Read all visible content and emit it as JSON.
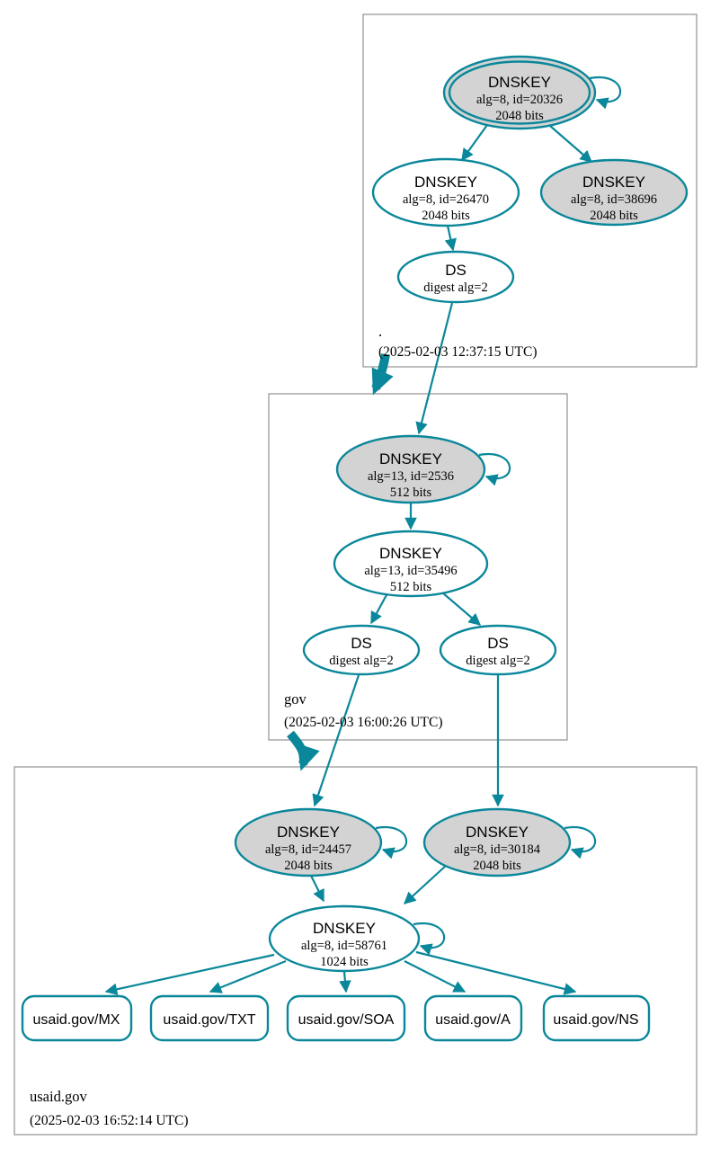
{
  "colors": {
    "secure_teal": "#0a879a",
    "ksk_fill": "#d3d3d3",
    "node_fill": "#ffffff",
    "zone_border": "#919191",
    "text": "#000000"
  },
  "zones": [
    {
      "label": ".",
      "timestamp": "(2025-02-03 12:37:15 UTC)",
      "nodes": {
        "ksk": {
          "title": "DNSKEY",
          "detail": "alg=8, id=20326",
          "bits": "2048 bits"
        },
        "zsk": {
          "title": "DNSKEY",
          "detail": "alg=8, id=26470",
          "bits": "2048 bits"
        },
        "standby": {
          "title": "DNSKEY",
          "detail": "alg=8, id=38696",
          "bits": "2048 bits"
        },
        "ds": {
          "title": "DS",
          "detail": "digest alg=2"
        }
      }
    },
    {
      "label": "gov",
      "timestamp": "(2025-02-03 16:00:26 UTC)",
      "nodes": {
        "ksk": {
          "title": "DNSKEY",
          "detail": "alg=13, id=2536",
          "bits": "512 bits"
        },
        "zsk": {
          "title": "DNSKEY",
          "detail": "alg=13, id=35496",
          "bits": "512 bits"
        },
        "ds1": {
          "title": "DS",
          "detail": "digest alg=2"
        },
        "ds2": {
          "title": "DS",
          "detail": "digest alg=2"
        }
      }
    },
    {
      "label": "usaid.gov",
      "timestamp": "(2025-02-03 16:52:14 UTC)",
      "nodes": {
        "ksk1": {
          "title": "DNSKEY",
          "detail": "alg=8, id=24457",
          "bits": "2048 bits"
        },
        "ksk2": {
          "title": "DNSKEY",
          "detail": "alg=8, id=30184",
          "bits": "2048 bits"
        },
        "zsk": {
          "title": "DNSKEY",
          "detail": "alg=8, id=58761",
          "bits": "1024 bits"
        },
        "rrsets": [
          {
            "label": "usaid.gov/MX"
          },
          {
            "label": "usaid.gov/TXT"
          },
          {
            "label": "usaid.gov/SOA"
          },
          {
            "label": "usaid.gov/A"
          },
          {
            "label": "usaid.gov/NS"
          }
        ]
      }
    }
  ]
}
